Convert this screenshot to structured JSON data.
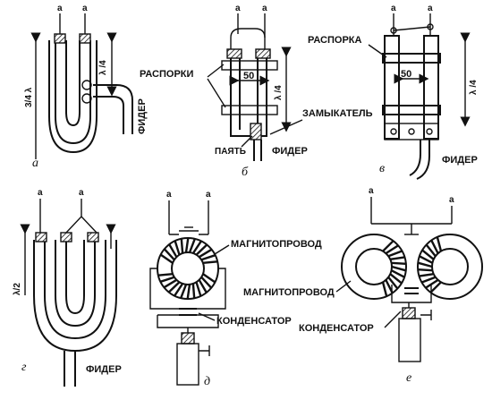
{
  "labels": {
    "term": "a",
    "three_quarter_lambda": "3/4 λ",
    "quarter_lambda": "λ /4",
    "half_lambda": "λ/2",
    "feeder": "ФИДЕР",
    "spacers": "РАСПОРКИ",
    "spacer": "РАСПОРКА",
    "shorting_bar": "ЗАМЫКАТЕЛЬ",
    "solder": "ПАЯТЬ",
    "spacing": "50",
    "magnetic_core": "МАГНИТОПРОВОД",
    "capacitor": "КОНДЕНСАТОР"
  },
  "captions": {
    "a": "а",
    "b": "б",
    "c": "в",
    "d": "г",
    "e": "д",
    "f": "е"
  }
}
